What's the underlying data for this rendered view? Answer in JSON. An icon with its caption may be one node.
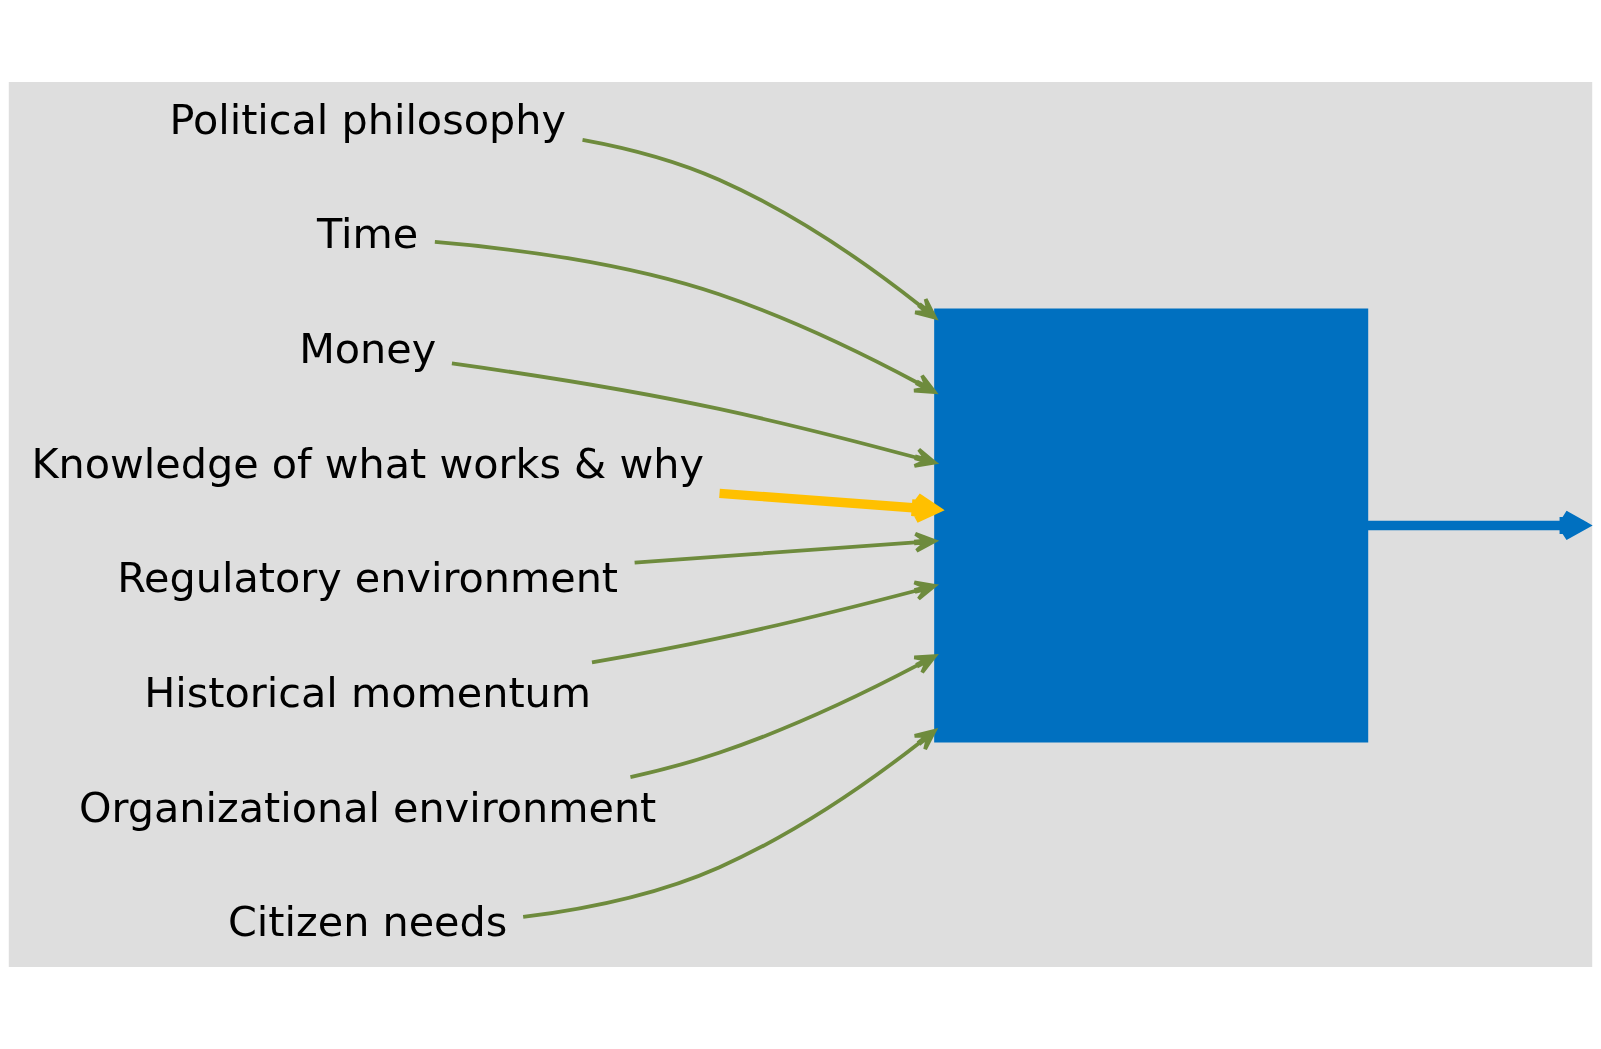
{
  "diagram": {
    "nodes": [
      {
        "text": [],
        "shape": "box"
      },
      {
        "text": [
          "Political philosophy"
        ]
      },
      {
        "text": [
          "Time"
        ]
      },
      {
        "text": [
          "Money"
        ]
      },
      {
        "text": [
          "Knowledge of what works & why"
        ]
      },
      {
        "text": [
          "Regulatory environment"
        ]
      },
      {
        "text": [
          "Historical momentum"
        ]
      },
      {
        "text": [
          "Organizational environment"
        ]
      },
      {
        "text": [
          "Citizen needs"
        ]
      }
    ],
    "edges": [
      {
        "from": 1,
        "to": 0,
        "arrow": "to"
      },
      {
        "from": 2,
        "to": 0,
        "arrow": "to"
      },
      {
        "from": 3,
        "to": 0,
        "arrow": "to"
      },
      {
        "from": 4,
        "to": 0,
        "arrow": "to",
        "style": "thick",
        "color": "#ffc000"
      },
      {
        "from": 5,
        "to": 0,
        "arrow": "to"
      },
      {
        "from": 6,
        "to": 0,
        "arrow": "to"
      },
      {
        "from": 7,
        "to": 0,
        "arrow": "to"
      },
      {
        "from": 8,
        "to": 0,
        "arrow": "to"
      },
      {
        "from": 0,
        "to": null,
        "arrow": "to",
        "style": "thick",
        "color": "#0070c0"
      }
    ]
  }
}
